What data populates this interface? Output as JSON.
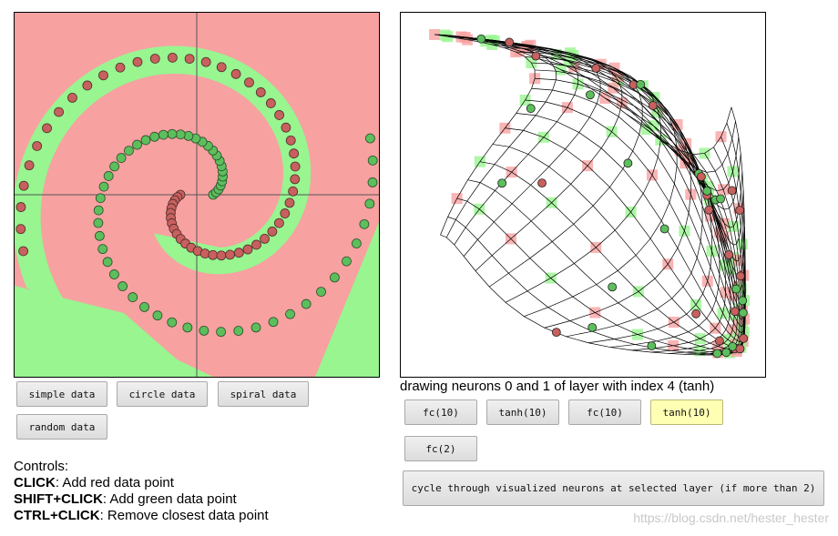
{
  "data_buttons": {
    "simple": "simple data",
    "circle": "circle data",
    "spiral": "spiral data",
    "random": "random data"
  },
  "status": "drawing neurons 0 and 1 of layer with index 4 (tanh)",
  "layers": [
    {
      "label": "fc(10)",
      "selected": false
    },
    {
      "label": "tanh(10)",
      "selected": false
    },
    {
      "label": "fc(10)",
      "selected": false
    },
    {
      "label": "tanh(10)",
      "selected": true
    },
    {
      "label": "fc(2)",
      "selected": false
    }
  ],
  "cycle_button": "cycle through visualized neurons at selected layer (if more than 2)",
  "controls": {
    "heading": "Controls:",
    "items": [
      {
        "key": "CLICK",
        "desc": ": Add red data point"
      },
      {
        "key": "SHIFT+CLICK",
        "desc": ": Add green data point"
      },
      {
        "key": "CTRL+CLICK",
        "desc": ": Remove closest data point"
      }
    ]
  },
  "watermark": "https://blog.csdn.net/hester_hester",
  "colors": {
    "red_region": "#f7a1a1",
    "green_region": "#98f590",
    "red_point": "#c8605e",
    "green_point": "#5cbf5c",
    "selected_button": "#ffffb4"
  }
}
